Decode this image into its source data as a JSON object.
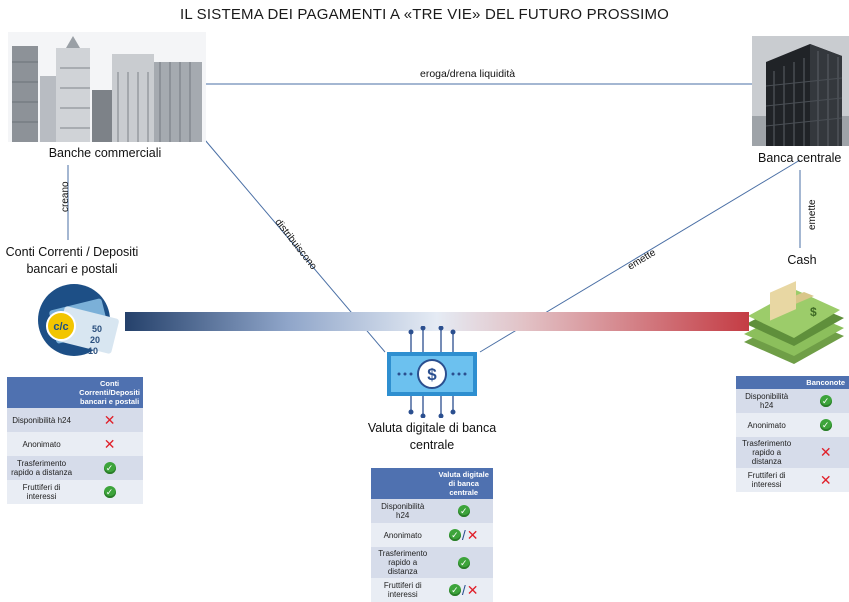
{
  "title": "IL SISTEMA DEI PAGAMENTI A «TRE VIE» DEL FUTURO PROSSIMO",
  "nodes": {
    "commercial_banks": "Banche commerciali",
    "central_bank": "Banca centrale",
    "deposits": "Conti Correnti / Depositi bancari e postali",
    "cash": "Cash",
    "cbdc": "Valuta digitale di banca centrale"
  },
  "edges": {
    "liquidity": "eroga/drena liquidità",
    "create": "creano",
    "issue_cash": "emette",
    "distribute": "distribuiscono",
    "issue_cbdc": "emette"
  },
  "icons": {
    "deposit_badge": "c/c",
    "notes": [
      "50",
      "20",
      "10"
    ]
  },
  "rows": [
    "Disponibilità h24",
    "Anonimato",
    "Trasferimento rapido a distanza",
    "Fruttiferi di interessi"
  ],
  "tables": {
    "deposits": {
      "header": "Conti Correnti/Depositi bancari e postali",
      "marks": [
        "no",
        "no",
        "ok",
        "ok"
      ]
    },
    "cbdc": {
      "header": "Valuta digitale di banca centrale",
      "marks": [
        "ok",
        "ok/no",
        "ok",
        "ok/no"
      ]
    },
    "cash": {
      "header": "Banconote",
      "marks": [
        "ok",
        "ok",
        "no",
        "no"
      ]
    }
  },
  "colors": {
    "bar_left": "#25416b",
    "bar_right": "#c43c44",
    "header": "#4f71b0",
    "check": "#3da43b",
    "cross": "#e0202a",
    "line": "#4a6fa5"
  }
}
